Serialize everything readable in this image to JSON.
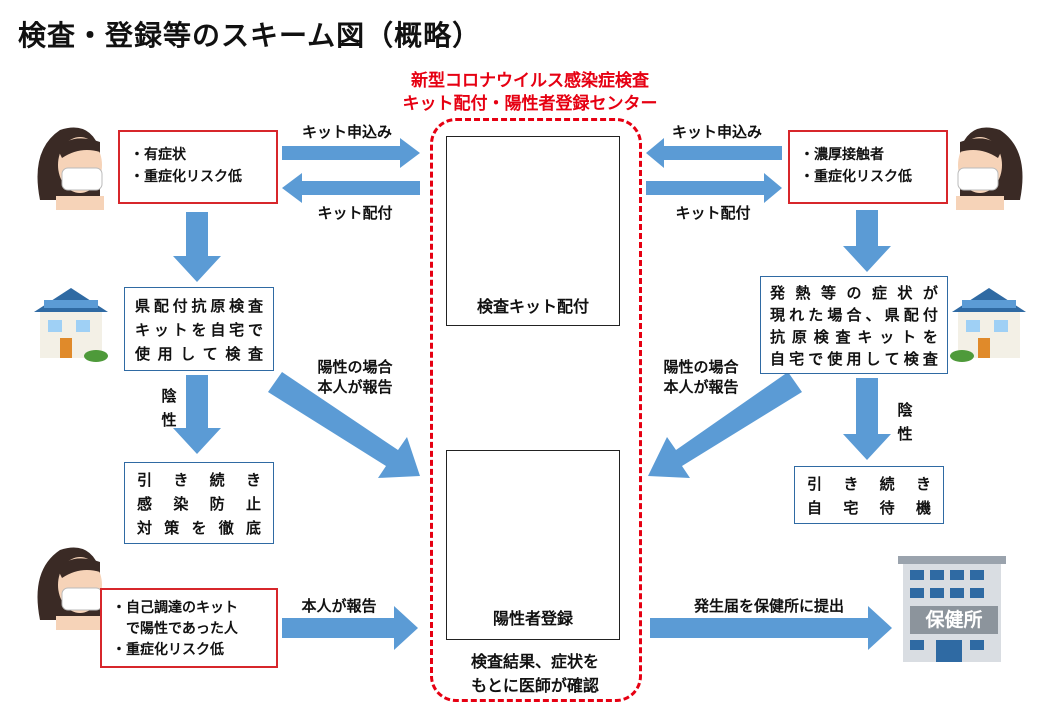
{
  "title": "検査・登録等のスキーム図（概略）",
  "center": {
    "title_line1": "新型コロナウイルス感染症検査",
    "title_line2": "キット配付・陽性者登録センター",
    "kit_box_label": "検査キット配付",
    "register_box_label": "陽性者登録",
    "confirm_line1": "検査結果、症状を",
    "confirm_line2": "もとに医師が確認"
  },
  "left_top_box": {
    "items": [
      "・有症状",
      "・重症化リスク低"
    ]
  },
  "right_top_box": {
    "items": [
      "・濃厚接触者",
      "・重症化リスク低"
    ]
  },
  "left_bottom_box": {
    "items": [
      "・自己調達のキット",
      "　で陽性であった人",
      "・重症化リスク低"
    ]
  },
  "arrows": {
    "kit_apply_left": "キット申込み",
    "kit_deliver_left": "キット配付",
    "kit_apply_right": "キット申込み",
    "kit_deliver_right": "キット配付",
    "positive_left_line1": "陽性の場合",
    "positive_left_line2": "本人が報告",
    "positive_right_line1": "陽性の場合",
    "positive_right_line2": "本人が報告",
    "self_report": "本人が報告",
    "notify_health_center": "発生届を保健所に提出",
    "negative_left": [
      "陰",
      "性"
    ],
    "negative_right": [
      "陰",
      "性"
    ]
  },
  "left_test_box": {
    "lines": [
      [
        "県",
        "配",
        "付",
        "抗",
        "原",
        "検",
        "査"
      ],
      [
        "キ",
        "ッ",
        "ト",
        "を",
        "自",
        "宅",
        "で"
      ],
      [
        "使",
        "用",
        "し",
        "て",
        "検",
        "査"
      ]
    ]
  },
  "right_test_box": {
    "lines": [
      [
        "発",
        "熱",
        "等",
        "の",
        "症",
        "状",
        "が"
      ],
      [
        "現",
        "れ",
        "た",
        "場",
        "合",
        "、",
        "県",
        "配",
        "付"
      ],
      [
        "抗",
        "原",
        "検",
        "査",
        "キ",
        "ッ",
        "ト",
        "を"
      ],
      [
        "自",
        "宅",
        "で",
        "使",
        "用",
        "し",
        "て",
        "検",
        "査"
      ]
    ]
  },
  "left_result_box": {
    "lines": [
      [
        "引",
        "き",
        "続",
        "き"
      ],
      [
        "感",
        "染",
        "防",
        "止"
      ],
      [
        "対",
        "策",
        "を",
        "徹",
        "底"
      ]
    ]
  },
  "right_result_box": {
    "lines": [
      [
        "引",
        "き",
        "続",
        "き"
      ],
      [
        "自",
        "宅",
        "待",
        "機"
      ]
    ]
  },
  "health_center_sign": "保健所",
  "colors": {
    "red": "#d7262b",
    "arrow_blue": "#5b9bd5",
    "box_blue": "#2f6aa3"
  }
}
